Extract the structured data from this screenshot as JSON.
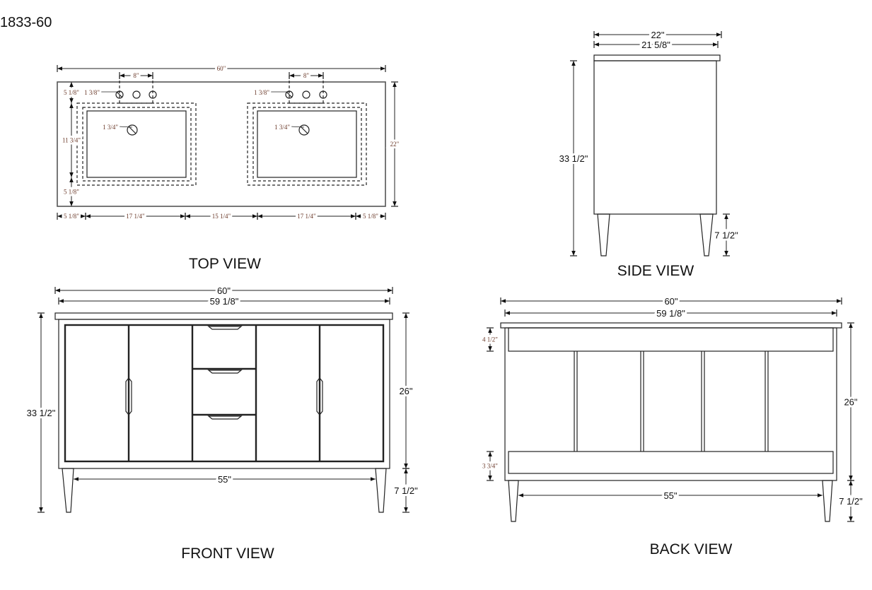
{
  "title": "1833-60",
  "top_view": {
    "label": "TOP VIEW",
    "width": "60\"",
    "depth": "22\"",
    "faucet_spread_left": "8\"",
    "faucet_spread_right": "8\"",
    "hole_left": "1 3/8\"",
    "hole_right": "1 3/8\"",
    "drain_left": "1 3/4\"",
    "drain_right": "1 3/4\"",
    "back_margin": "5 1/8\"",
    "sink_depth": "11 3/4\"",
    "front_margin": "5 1/8\"",
    "bottom": [
      "5 1/8\"",
      "17 1/4\"",
      "15 1/4\"",
      "17 1/4\"",
      "5 1/8\""
    ]
  },
  "side_view": {
    "label": "SIDE VIEW",
    "top_depth": "22\"",
    "body_depth": "21 5/8\"",
    "height": "33 1/2\"",
    "leg_height": "7 1/2\""
  },
  "front_view": {
    "label": "FRONT VIEW",
    "top_width": "60\"",
    "body_width": "59 1/8\"",
    "height": "33 1/2\"",
    "body_height": "26\"",
    "leg_height": "7 1/2\"",
    "leg_span": "55\""
  },
  "back_view": {
    "label": "BACK VIEW",
    "top_width": "60\"",
    "body_width": "59 1/8\"",
    "top_rail": "4 1/2\"",
    "bottom_rail": "3 3/4\"",
    "body_height": "26\"",
    "leg_height": "7 1/2\"",
    "leg_span": "55\""
  }
}
